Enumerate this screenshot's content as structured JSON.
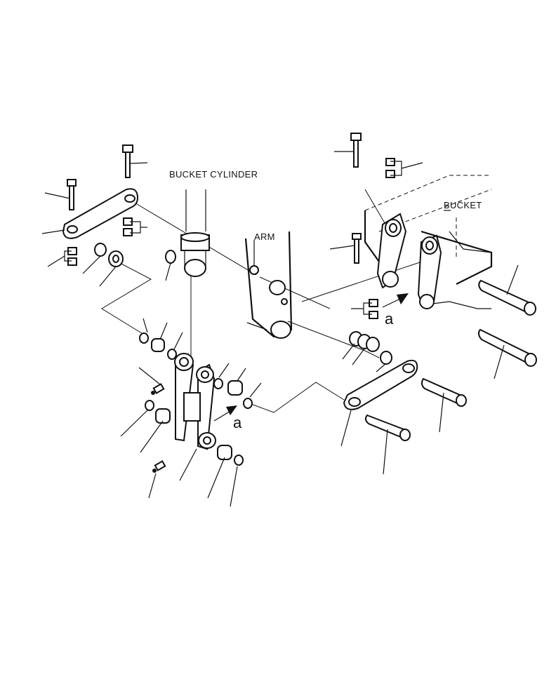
{
  "labels": {
    "bucket_cylinder": "BUCKET CYLINDER",
    "arm": "ARM",
    "bucket": "BUCKET",
    "callout_a1": "a",
    "callout_a2": "a"
  }
}
